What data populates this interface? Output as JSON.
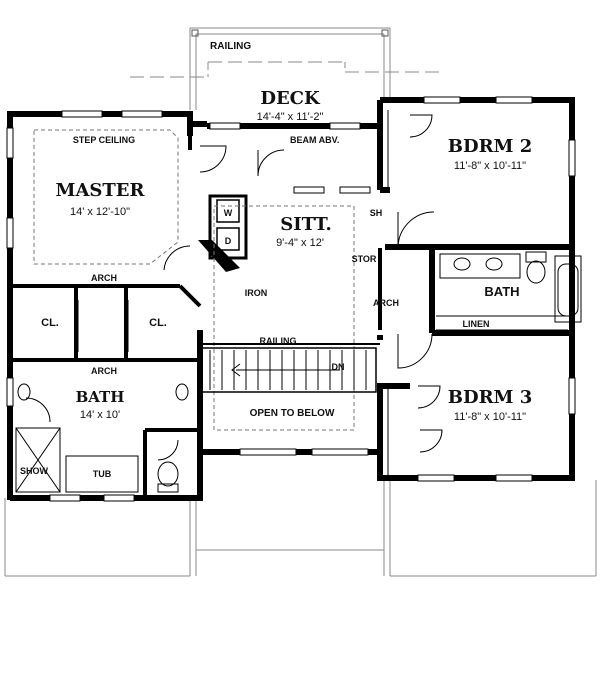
{
  "rooms": {
    "deck": {
      "name": "DECK",
      "dims": "14'-4\" x 11'-2\""
    },
    "master": {
      "name": "MASTER",
      "dims": "14' x 12'-10\""
    },
    "sitt": {
      "name": "SITT.",
      "dims": "9'-4\" x 12'"
    },
    "bdrm2": {
      "name": "BDRM 2",
      "dims": "11'-8\" x 10'-11\""
    },
    "bdrm3": {
      "name": "BDRM 3",
      "dims": "11'-8\" x 10'-11\""
    },
    "master_bath": {
      "name": "BATH",
      "dims": "14' x 10'"
    },
    "bath2": {
      "name": "BATH"
    }
  },
  "labels": {
    "railing_deck": "RAILING",
    "beam": "BEAM ABV.",
    "step_ceiling": "STEP CEILING",
    "arch_top": "ARCH",
    "arch_mid": "ARCH",
    "arch_right": "ARCH",
    "closet_left": "CL.",
    "closet_right": "CL.",
    "iron": "IRON",
    "railing_stair": "RAILING",
    "dn": "DN",
    "open_below": "OPEN TO BELOW",
    "show": "SHOW",
    "tub": "TUB",
    "linen": "LINEN",
    "sh": "SH",
    "stor": "STOR",
    "washer": "W",
    "dryer": "D"
  }
}
